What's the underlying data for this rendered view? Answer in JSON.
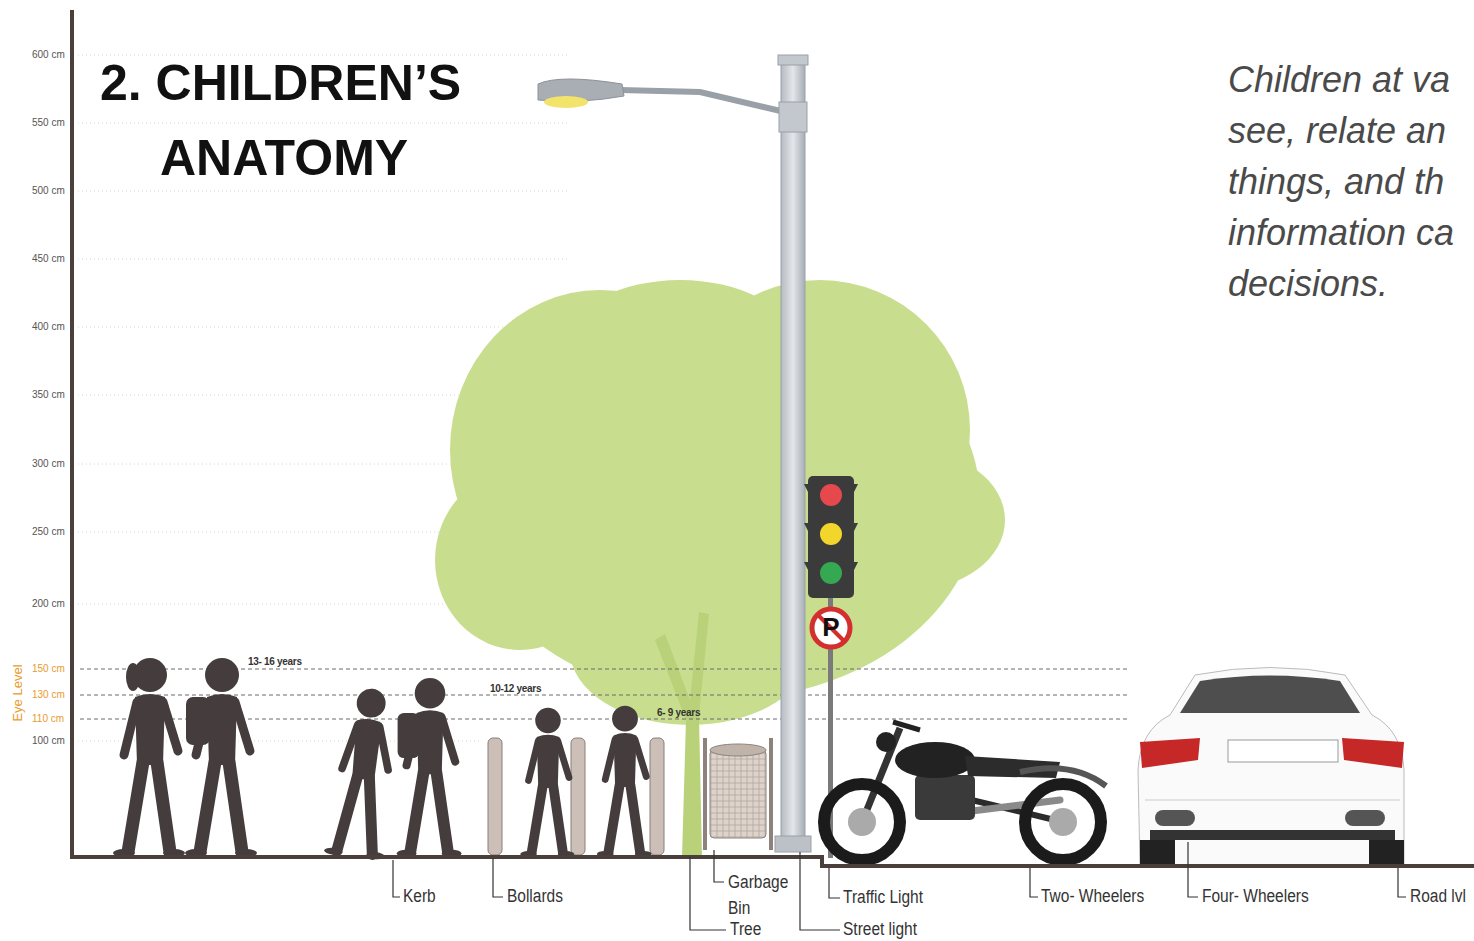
{
  "diagram": {
    "title": "2. CHILDREN’S ANATOMY",
    "caption": "Children at va see, relate an things, and th information ca decisions.",
    "labels": [
      "600 cm",
      "550 cm",
      "500 cm",
      "450 cm",
      "400 cm",
      "350 cm",
      "300 cm",
      "250 cm",
      "200 cm",
      "Eye Level",
      "150 cm",
      "130 cm",
      "110 cm",
      "100 cm",
      "13- 16 years",
      "10-12 years",
      "6- 9 years",
      "P",
      "Kerb",
      "Bollards",
      "Garbage Bin",
      "Tree",
      "Traffic Light",
      "Street light",
      "Two- Wheelers",
      "Four- Wheelers",
      "Road lvl"
    ]
  }
}
